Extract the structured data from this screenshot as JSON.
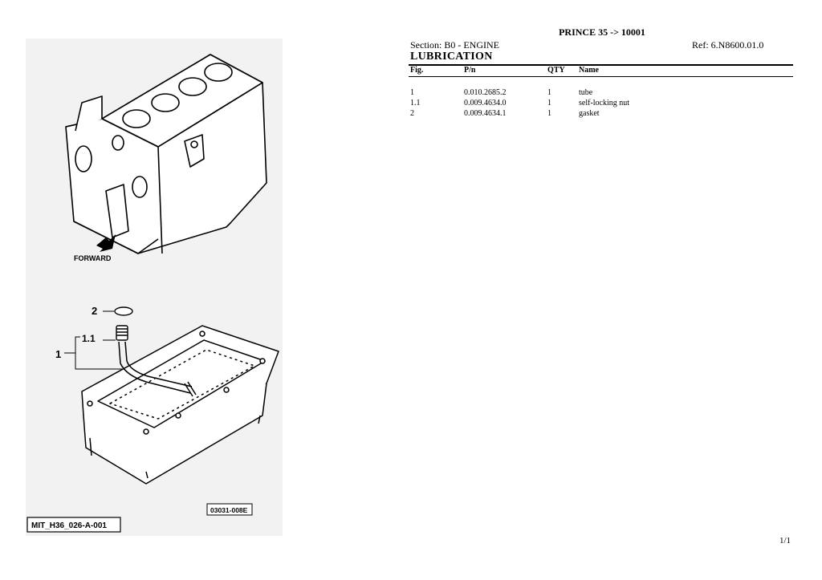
{
  "header": {
    "title": "PRINCE 35 -> 10001",
    "section": "Section: B0 - ENGINE",
    "ref": "Ref: 6.N8600.01.0",
    "heading": "LUBRICATION"
  },
  "table": {
    "columns": [
      "Fig.",
      "P/n",
      "QTY",
      "Name"
    ],
    "rows": [
      {
        "fig": "1",
        "pn": "0.010.2685.2",
        "qty": "1",
        "name": "tube"
      },
      {
        "fig": "1.1",
        "pn": "0.009.4634.0",
        "qty": "1",
        "name": "self-locking nut"
      },
      {
        "fig": "2",
        "pn": "0.009.4634.1",
        "qty": "1",
        "name": "gasket"
      }
    ]
  },
  "drawing": {
    "forward_label": "FORWARD",
    "callouts": [
      "2",
      "1.1",
      "1"
    ],
    "drawing_code": "03031-008E",
    "drawing_id": "MIT_H36_026-A-001"
  },
  "footer": {
    "page": "1/1"
  }
}
